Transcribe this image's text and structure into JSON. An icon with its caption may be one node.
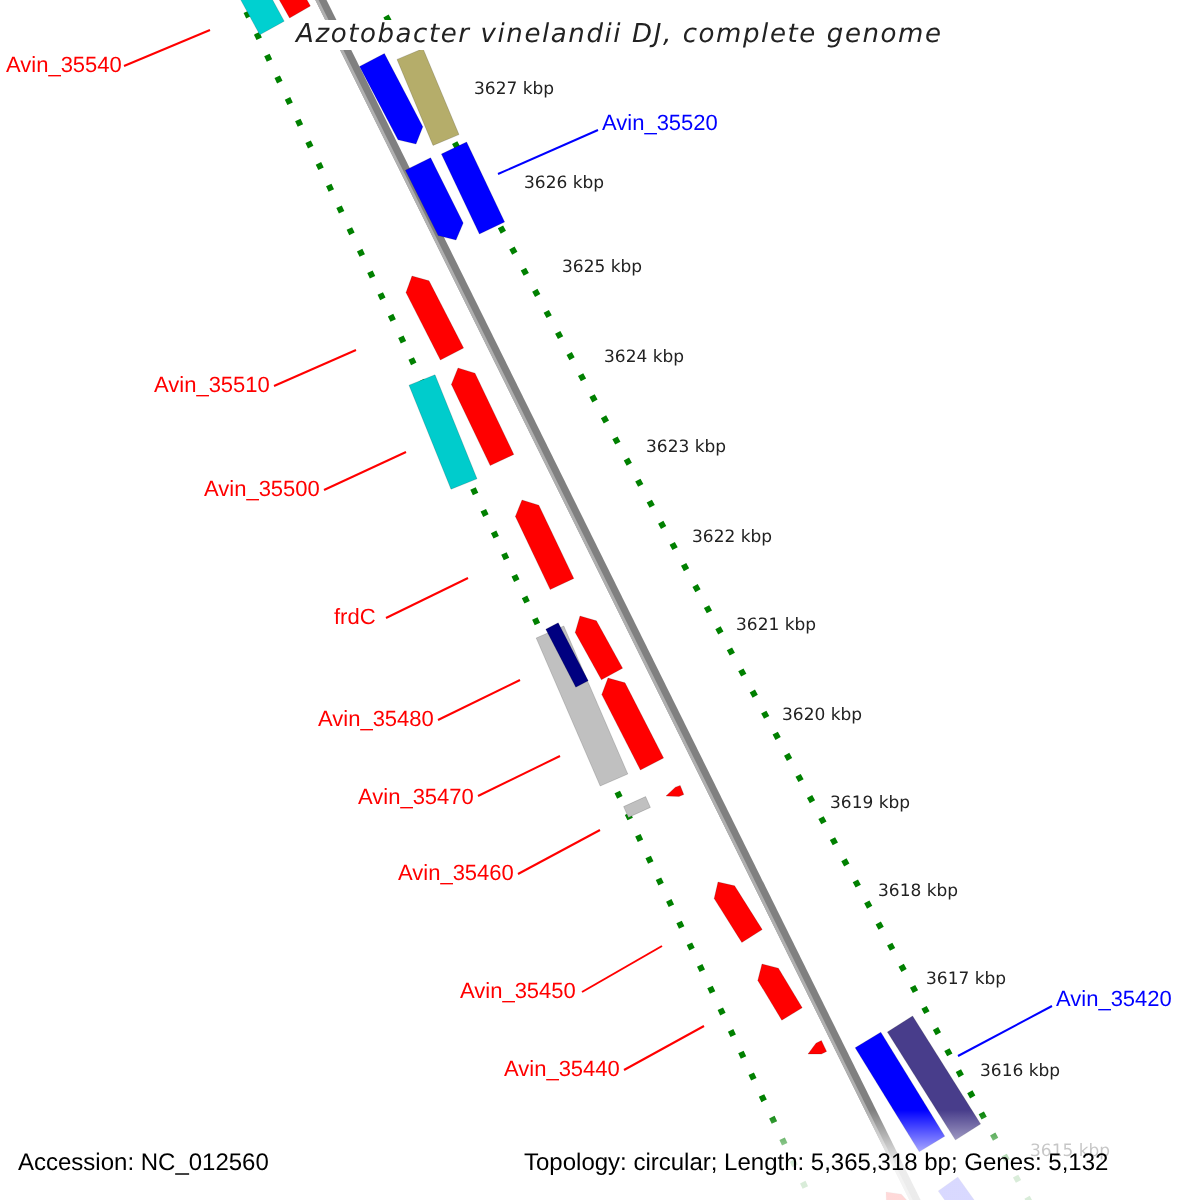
{
  "diagram": {
    "title": "Azotobacter vinelandii DJ, complete genome",
    "nodes": [
      {
        "text": [
          "Avin_35540"
        ]
      },
      {
        "text": [
          "Avin_35520"
        ]
      },
      {
        "text": [
          "Avin_35510"
        ]
      },
      {
        "text": [
          "Avin_35500"
        ]
      },
      {
        "text": [
          "frdC"
        ]
      },
      {
        "text": [
          "Avin_35480"
        ]
      },
      {
        "text": [
          "Avin_35470"
        ]
      },
      {
        "text": [
          "Avin_35460"
        ]
      },
      {
        "text": [
          "Avin_35450"
        ]
      },
      {
        "text": [
          "Avin_35440"
        ]
      },
      {
        "text": [
          "Avin_35420"
        ]
      }
    ],
    "edges": [
      {
        "from": 0,
        "to": null,
        "arrow": "none"
      },
      {
        "from": 1,
        "to": null,
        "arrow": "none",
        "color": "#0000ff"
      },
      {
        "from": 2,
        "to": null,
        "arrow": "none"
      },
      {
        "from": 3,
        "to": null,
        "arrow": "none"
      },
      {
        "from": 4,
        "to": null,
        "arrow": "none"
      },
      {
        "from": 5,
        "to": null,
        "arrow": "none"
      },
      {
        "from": 6,
        "to": null,
        "arrow": "none"
      },
      {
        "from": 7,
        "to": null,
        "arrow": "none"
      },
      {
        "from": 8,
        "to": null,
        "arrow": "none"
      },
      {
        "from": 9,
        "to": null,
        "arrow": "none"
      },
      {
        "from": 10,
        "to": null,
        "arrow": "none",
        "color": "#0000ff"
      }
    ],
    "labels": [
      "3627 kbp",
      "3626 kbp",
      "3625 kbp",
      "3624 kbp",
      "3623 kbp",
      "3622 kbp",
      "3621 kbp",
      "3620 kbp",
      "3619 kbp",
      "3618 kbp",
      "3617 kbp",
      "3616 kbp",
      "3615 kbp",
      "Accession: NC_012560",
      "Topology: circular; Length: 5,365,318 bp; Genes: 5,132"
    ]
  }
}
